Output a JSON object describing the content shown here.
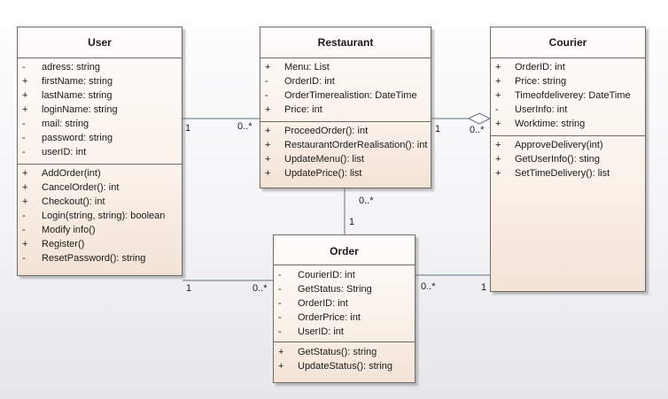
{
  "classes": {
    "user": {
      "name": "User",
      "attributes": [
        {
          "vis": "-",
          "text": "adress: string"
        },
        {
          "vis": "+",
          "text": "firstName: string"
        },
        {
          "vis": "+",
          "text": "lastName: string"
        },
        {
          "vis": "+",
          "text": "loginName: string"
        },
        {
          "vis": "-",
          "text": "mail: string"
        },
        {
          "vis": "-",
          "text": "password: string"
        },
        {
          "vis": "-",
          "text": "userID: int"
        }
      ],
      "operations": [
        {
          "vis": "+",
          "text": "AddOrder(int)"
        },
        {
          "vis": "+",
          "text": "CancelOrder(): int"
        },
        {
          "vis": "+",
          "text": "Checkout(): int"
        },
        {
          "vis": "-",
          "text": "Login(string, string): boolean"
        },
        {
          "vis": "-",
          "text": "Modify info()"
        },
        {
          "vis": "+",
          "text": "Register()"
        },
        {
          "vis": "-",
          "text": "ResetPassword(): string"
        }
      ]
    },
    "restaurant": {
      "name": "Restaurant",
      "attributes": [
        {
          "vis": "+",
          "text": "Menu: List"
        },
        {
          "vis": "-",
          "text": "OrderID: int"
        },
        {
          "vis": "-",
          "text": "OrderTimerealistion: DateTime"
        },
        {
          "vis": "+",
          "text": "Price: int"
        }
      ],
      "operations": [
        {
          "vis": "+",
          "text": "ProceedOrder(): int"
        },
        {
          "vis": "+",
          "text": "RestaurantOrderRealisation(): int"
        },
        {
          "vis": "+",
          "text": "UpdateMenu(): list"
        },
        {
          "vis": "+",
          "text": "UpdatePrice(): list"
        }
      ]
    },
    "courier": {
      "name": "Courier",
      "attributes": [
        {
          "vis": "+",
          "text": "OrderID: int"
        },
        {
          "vis": "+",
          "text": "Price: string"
        },
        {
          "vis": "+",
          "text": "Timeofdeliverey: DateTime"
        },
        {
          "vis": "-",
          "text": "UserInfo: int"
        },
        {
          "vis": "+",
          "text": "Worktime: string"
        }
      ],
      "operations": [
        {
          "vis": "+",
          "text": "ApproveDelivery(int)"
        },
        {
          "vis": "+",
          "text": "GetUserInfo(): sting"
        },
        {
          "vis": "+",
          "text": "SetTimeDelivery(): list"
        }
      ]
    },
    "order": {
      "name": "Order",
      "attributes": [
        {
          "vis": "-",
          "text": "CourierID: int"
        },
        {
          "vis": "-",
          "text": "GetStatus: String"
        },
        {
          "vis": "-",
          "text": "OrderID: int"
        },
        {
          "vis": "-",
          "text": "OrderPrice: int"
        },
        {
          "vis": "-",
          "text": "UserID: int"
        }
      ],
      "operations": [
        {
          "vis": "+",
          "text": "GetStatus(): string"
        },
        {
          "vis": "+",
          "text": "UpdateStatus(): string"
        }
      ]
    }
  },
  "multiplicities": {
    "user_restaurant_user_end": "1",
    "user_restaurant_restaurant_end": "0..*",
    "restaurant_courier_restaurant_end": "1",
    "restaurant_courier_courier_end": "0..*",
    "restaurant_order_restaurant_end": "0..*",
    "restaurant_order_order_end": "1",
    "user_order_user_end": "1",
    "user_order_order_end": "0..*",
    "order_courier_order_end": "0..*",
    "order_courier_courier_end": "1"
  }
}
